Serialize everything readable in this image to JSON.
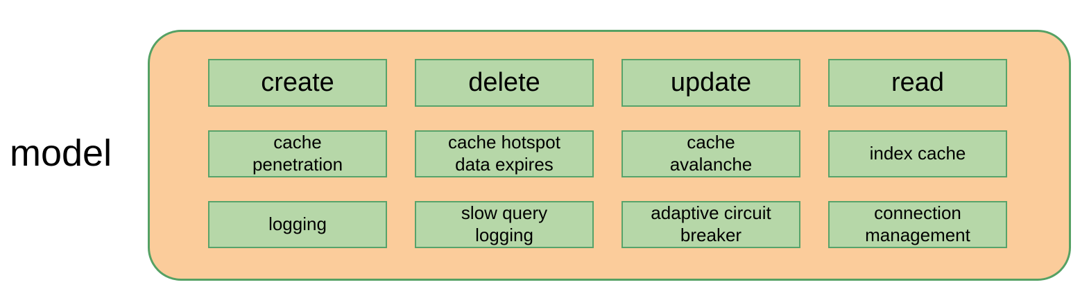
{
  "diagram": {
    "side_label": "model",
    "colors": {
      "background": "#FFFFFF",
      "container_fill": "#FBCC9B",
      "container_border": "#55A164",
      "box_fill": "#B6D7A8",
      "box_border": "#57A36A",
      "text": "#000000"
    },
    "grid": {
      "rows": [
        {
          "cells": [
            "create",
            "delete",
            "update",
            "read"
          ]
        },
        {
          "cells": [
            "cache\npenetration",
            "cache hotspot\ndata expires",
            "cache\navalanche",
            "index cache"
          ]
        },
        {
          "cells": [
            "logging",
            "slow query\nlogging",
            "adaptive circuit\nbreaker",
            "connection\nmanagement"
          ]
        }
      ]
    }
  }
}
